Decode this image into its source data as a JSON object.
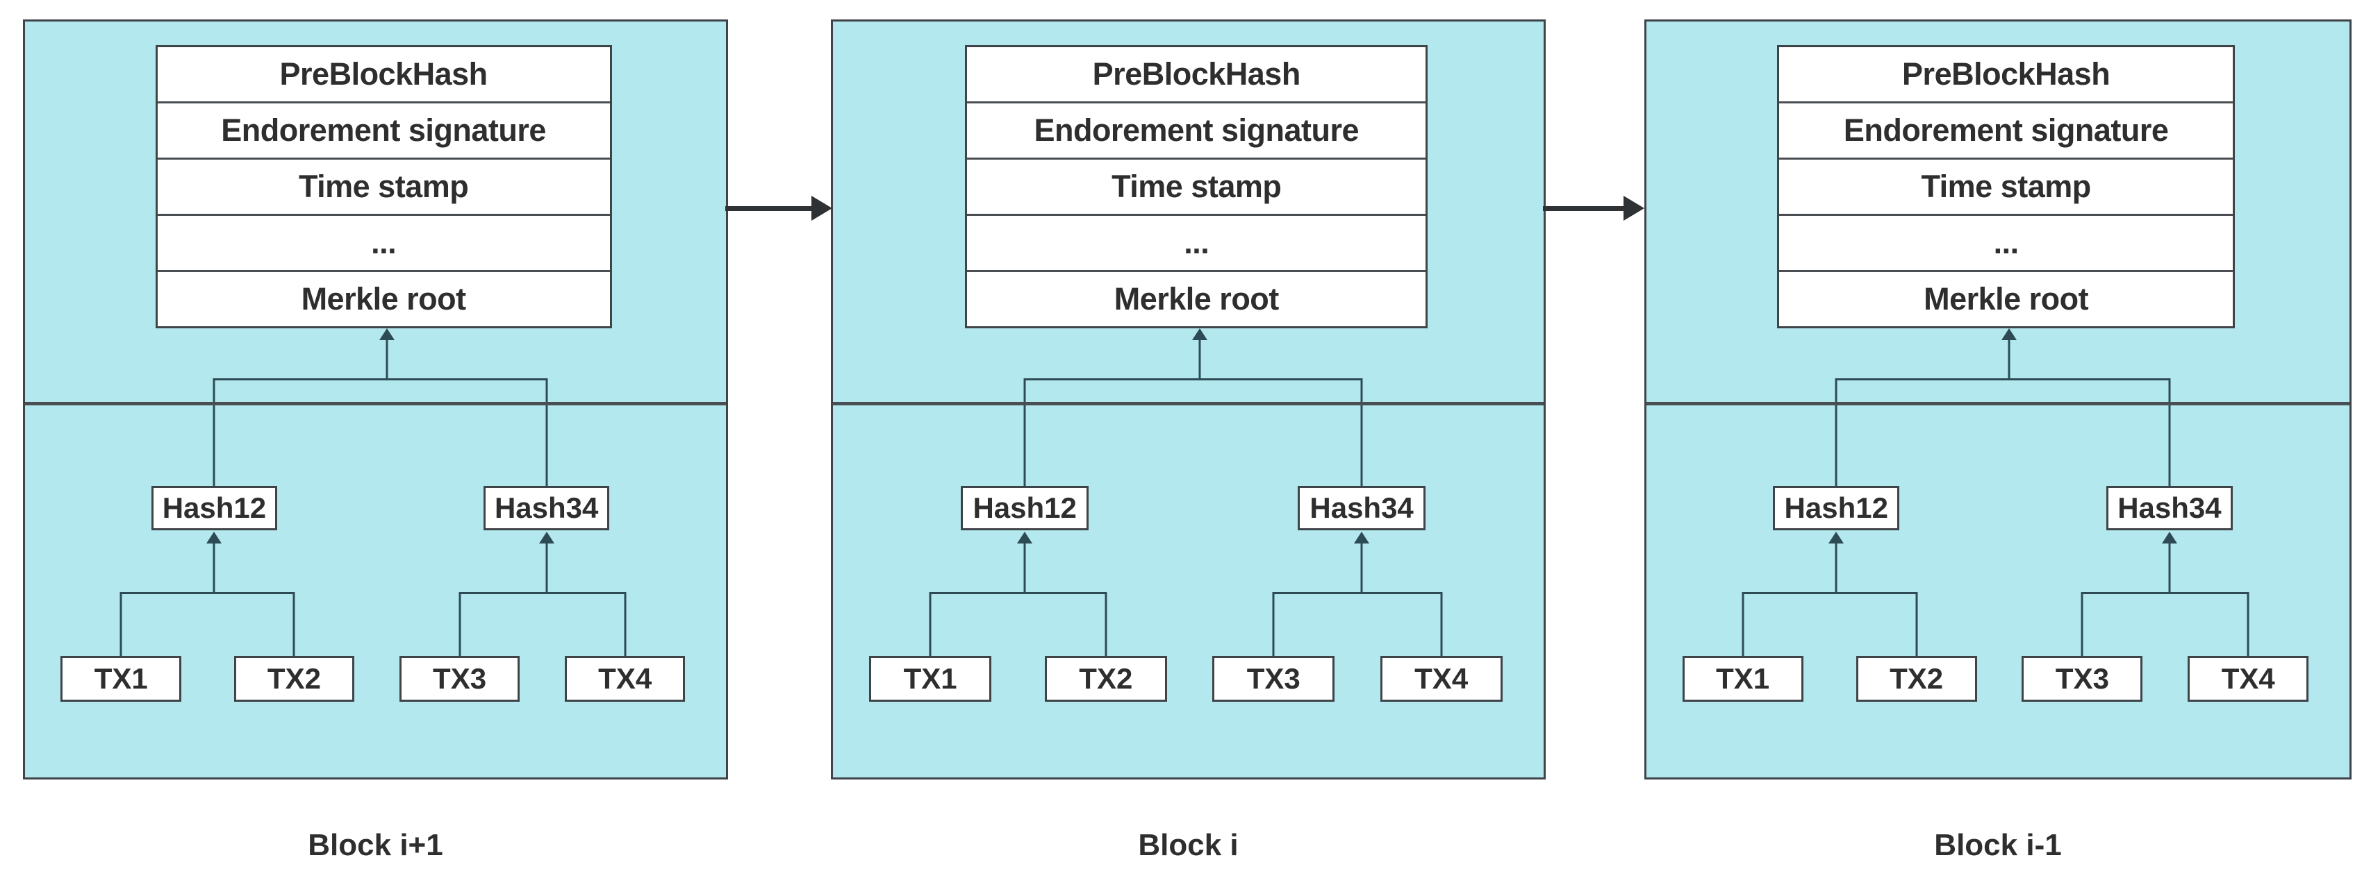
{
  "header_rows": [
    "PreBlockHash",
    "Endorement signature",
    "Time stamp",
    "...",
    "Merkle root"
  ],
  "merkle": {
    "hash_left": "Hash12",
    "hash_right": "Hash34",
    "tx": [
      "TX1",
      "TX2",
      "TX3",
      "TX4"
    ]
  },
  "blocks": [
    {
      "label": "Block i+1"
    },
    {
      "label": "Block i"
    },
    {
      "label": "Block i-1"
    }
  ],
  "colors": {
    "block_fill": "#b2e8ee",
    "border": "#3f4449",
    "divider": "#4a4e52",
    "connector": "#2e4b55",
    "arrow": "#2f3234",
    "text": "#2e2e2e"
  }
}
